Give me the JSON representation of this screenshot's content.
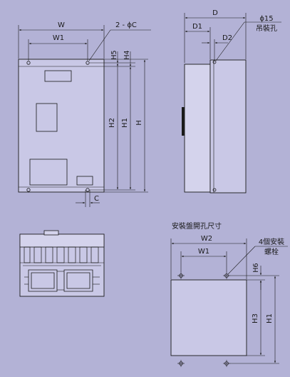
{
  "colors": {
    "background": "#b3b2d6",
    "panel_face": "#c9c8e6",
    "panel_side": "#d4d3ec",
    "line": "#1a1a1a"
  },
  "front": {
    "w": "W",
    "w1": "W1",
    "holes": "2 - ϕC",
    "h5": "H5",
    "h4": "H4",
    "h2": "H2",
    "h1": "H1",
    "h": "H",
    "c": "C"
  },
  "side": {
    "d": "D",
    "d1": "D1",
    "d2": "D2",
    "hole_size": "ϕ15",
    "hole_label": "吊裝孔"
  },
  "cutout": {
    "title": "安裝盤開孔尺寸",
    "w2": "W2",
    "w1": "W1",
    "bolts_line1": "4個安裝",
    "bolts_line2": "螺栓",
    "h6": "H6",
    "h3": "H3",
    "h1": "H1"
  }
}
